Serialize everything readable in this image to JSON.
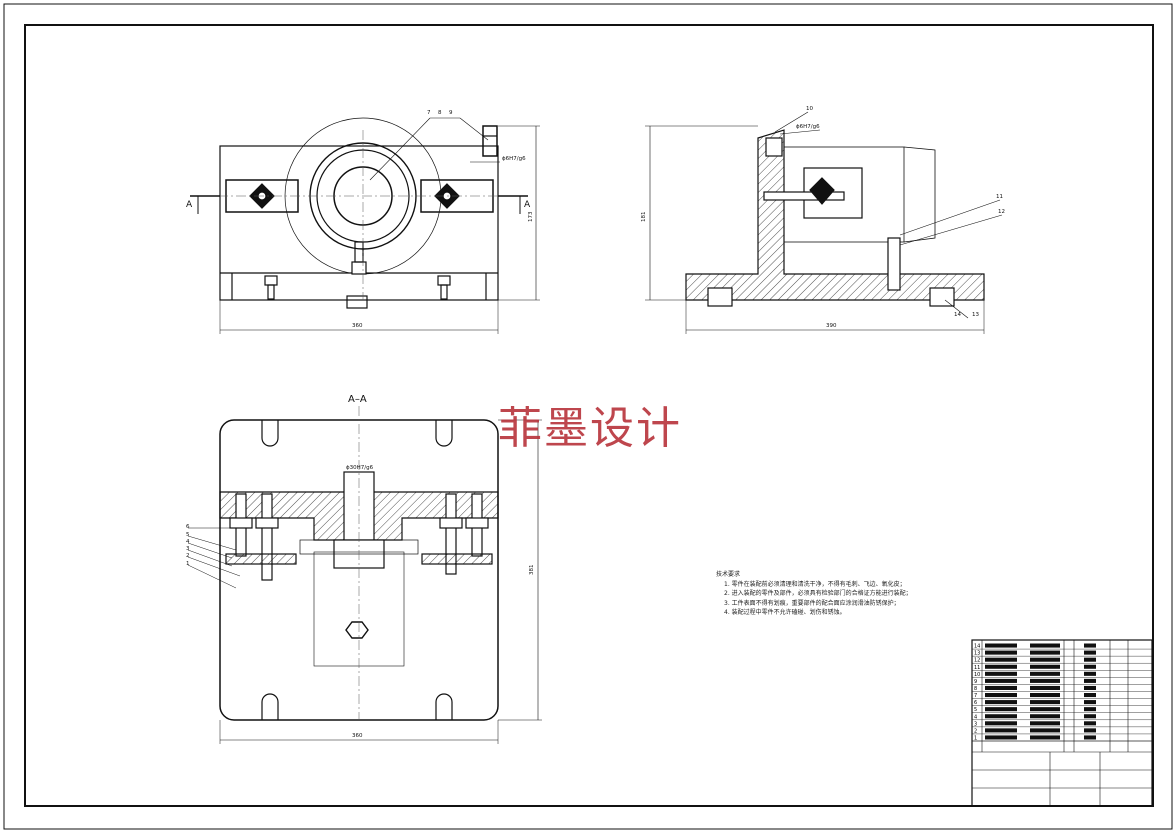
{
  "watermark": "菲墨设计",
  "section_title": "A–A",
  "section_markers": [
    "A",
    "A"
  ],
  "dimensions": {
    "front_width": "360",
    "front_height": "173",
    "side_width": "390",
    "side_height": "181",
    "plan_width": "360",
    "plan_height": "381"
  },
  "fit_notes": {
    "front": "ϕ6H7/g6",
    "side": "ϕ6H7/g6",
    "plan": "ϕ30H7/g6"
  },
  "tech_requirements": {
    "title": "技术要求",
    "items": [
      "1. 零件在装配前必须清理和清洗干净，不得有毛刺、飞边、氧化皮；",
      "2. 进入装配的零件及部件，必须具有检验部门的合格证方能进行装配；",
      "3. 工件表面不得有划痕，重要部件的配合面应涂润滑油防锈保护；",
      "4. 装配过程中零件不允许磕碰、划伤和锈蚀。"
    ]
  },
  "leader_numbers": {
    "front": [
      "7",
      "8",
      "9"
    ],
    "side": [
      "10",
      "11",
      "12",
      "13",
      "14"
    ],
    "plan": [
      "6",
      "5",
      "4",
      "3",
      "2",
      "1"
    ]
  },
  "bom_row_numbers": [
    "14",
    "13",
    "12",
    "11",
    "10",
    "9",
    "8",
    "7",
    "6",
    "5",
    "4",
    "3",
    "2",
    "1"
  ],
  "colors": {
    "line": "#111111",
    "watermark": "#b8323a",
    "center_line": "#555555"
  }
}
